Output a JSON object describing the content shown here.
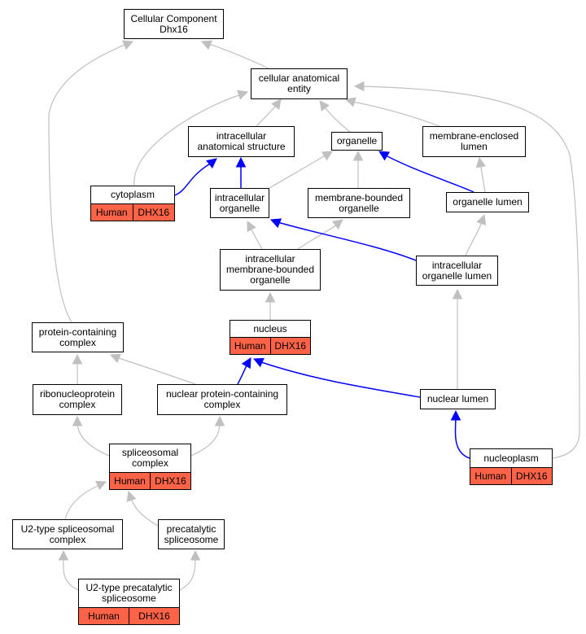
{
  "diagram": {
    "colors": {
      "edge_default": "#c0c0c0",
      "edge_highlight": "#0000ff",
      "annotation_fill": "#ff6347"
    },
    "nodes": {
      "root": {
        "label": "Cellular Component\nDhx16"
      },
      "cellular_anatomical_entity": {
        "label": "cellular anatomical\nentity"
      },
      "intracellular_anatomical_structure": {
        "label": "intracellular\nanatomical structure"
      },
      "organelle": {
        "label": "organelle"
      },
      "membrane_enclosed_lumen": {
        "label": "membrane-enclosed\nlumen"
      },
      "cytoplasm": {
        "label": "cytoplasm",
        "species": "Human",
        "gene": "DHX16"
      },
      "intracellular_organelle": {
        "label": "intracellular\norganelle"
      },
      "membrane_bounded_organelle": {
        "label": "membrane-bounded\norganelle"
      },
      "organelle_lumen": {
        "label": "organelle lumen"
      },
      "intracellular_membrane_bounded_organelle": {
        "label": "intracellular\nmembrane-bounded\norganelle"
      },
      "intracellular_organelle_lumen": {
        "label": "intracellular\norganelle lumen"
      },
      "protein_containing_complex": {
        "label": "protein-containing\ncomplex"
      },
      "nucleus": {
        "label": "nucleus",
        "species": "Human",
        "gene": "DHX16"
      },
      "ribonucleoprotein_complex": {
        "label": "ribonucleoprotein\ncomplex"
      },
      "nuclear_protein_containing_complex": {
        "label": "nuclear protein-containing\ncomplex"
      },
      "nuclear_lumen": {
        "label": "nuclear lumen"
      },
      "spliceosomal_complex": {
        "label": "spliceosomal\ncomplex",
        "species": "Human",
        "gene": "DHX16"
      },
      "nucleoplasm": {
        "label": "nucleoplasm",
        "species": "Human",
        "gene": "DHX16"
      },
      "u2_type_spliceosomal_complex": {
        "label": "U2-type spliceosomal\ncomplex"
      },
      "precatalytic_spliceosome": {
        "label": "precatalytic\nspliceosome"
      },
      "u2_type_precatalytic_spliceosome": {
        "label": "U2-type precatalytic\nspliceosome",
        "species": "Human",
        "gene": "DHX16"
      }
    },
    "edges": [
      {
        "from": "cellular_anatomical_entity",
        "to": "root",
        "color": "grey"
      },
      {
        "from": "protein_containing_complex",
        "to": "root",
        "color": "grey"
      },
      {
        "from": "intracellular_anatomical_structure",
        "to": "cellular_anatomical_entity",
        "color": "grey"
      },
      {
        "from": "organelle",
        "to": "cellular_anatomical_entity",
        "color": "grey"
      },
      {
        "from": "membrane_enclosed_lumen",
        "to": "cellular_anatomical_entity",
        "color": "grey"
      },
      {
        "from": "cytoplasm",
        "to": "cellular_anatomical_entity",
        "color": "grey"
      },
      {
        "from": "nucleoplasm",
        "to": "cellular_anatomical_entity",
        "color": "grey"
      },
      {
        "from": "cytoplasm",
        "to": "intracellular_anatomical_structure",
        "color": "blue"
      },
      {
        "from": "intracellular_organelle",
        "to": "intracellular_anatomical_structure",
        "color": "blue"
      },
      {
        "from": "intracellular_organelle",
        "to": "organelle",
        "color": "grey"
      },
      {
        "from": "membrane_bounded_organelle",
        "to": "organelle",
        "color": "grey"
      },
      {
        "from": "organelle_lumen",
        "to": "organelle",
        "color": "blue"
      },
      {
        "from": "organelle_lumen",
        "to": "membrane_enclosed_lumen",
        "color": "grey"
      },
      {
        "from": "intracellular_membrane_bounded_organelle",
        "to": "intracellular_organelle",
        "color": "grey"
      },
      {
        "from": "intracellular_membrane_bounded_organelle",
        "to": "membrane_bounded_organelle",
        "color": "grey"
      },
      {
        "from": "intracellular_organelle_lumen",
        "to": "intracellular_organelle",
        "color": "blue"
      },
      {
        "from": "intracellular_organelle_lumen",
        "to": "organelle_lumen",
        "color": "grey"
      },
      {
        "from": "nucleus",
        "to": "intracellular_membrane_bounded_organelle",
        "color": "grey"
      },
      {
        "from": "nuclear_lumen",
        "to": "intracellular_organelle_lumen",
        "color": "grey"
      },
      {
        "from": "nuclear_protein_containing_complex",
        "to": "nucleus",
        "color": "blue"
      },
      {
        "from": "nuclear_lumen",
        "to": "nucleus",
        "color": "blue"
      },
      {
        "from": "ribonucleoprotein_complex",
        "to": "protein_containing_complex",
        "color": "grey"
      },
      {
        "from": "nuclear_protein_containing_complex",
        "to": "protein_containing_complex",
        "color": "grey"
      },
      {
        "from": "nucleoplasm",
        "to": "nuclear_lumen",
        "color": "blue"
      },
      {
        "from": "spliceosomal_complex",
        "to": "ribonucleoprotein_complex",
        "color": "grey"
      },
      {
        "from": "spliceosomal_complex",
        "to": "nuclear_protein_containing_complex",
        "color": "grey"
      },
      {
        "from": "u2_type_spliceosomal_complex",
        "to": "spliceosomal_complex",
        "color": "grey"
      },
      {
        "from": "precatalytic_spliceosome",
        "to": "spliceosomal_complex",
        "color": "grey"
      },
      {
        "from": "u2_type_precatalytic_spliceosome",
        "to": "u2_type_spliceosomal_complex",
        "color": "grey"
      },
      {
        "from": "u2_type_precatalytic_spliceosome",
        "to": "precatalytic_spliceosome",
        "color": "grey"
      }
    ]
  }
}
